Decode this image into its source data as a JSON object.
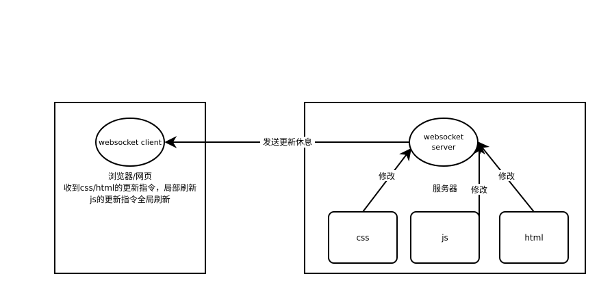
{
  "client": {
    "node_label": "websocket client",
    "description_lines": [
      "浏览器/网页",
      "收到css/html的更新指令，局部刷新",
      "js的更新指令全局刷新"
    ]
  },
  "server": {
    "node_label_lines": [
      "websocket",
      "server"
    ],
    "group_label": "服务器",
    "files": [
      {
        "label": "css"
      },
      {
        "label": "js"
      },
      {
        "label": "html"
      }
    ],
    "edge_labels": {
      "css": "修改",
      "js": "修改",
      "html": "修改"
    }
  },
  "message_label": "发送更新休息"
}
